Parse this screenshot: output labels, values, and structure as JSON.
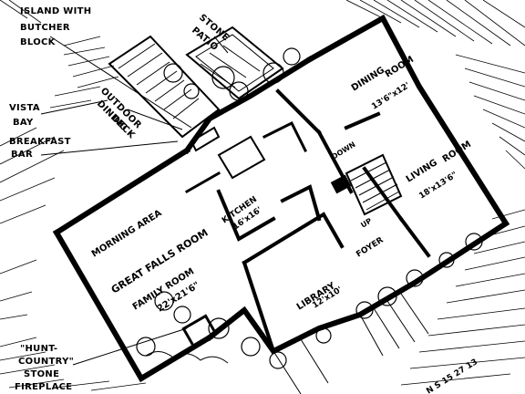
{
  "callouts": {
    "island_line1": "ISLAND WITH",
    "island_line2": "BUTCHER",
    "island_line3": "BLOCK",
    "stone_patio_line1": "STONE",
    "stone_patio_line2": "PATIO",
    "outdoor_dining_line1": "OUTDOOR",
    "outdoor_dining_line2": "DINING",
    "outdoor_dining_line3": "DECK",
    "vista_bay_line1": "VISTA",
    "vista_bay_line2": "BAY",
    "breakfast_bar_line1": "BREAKFAST",
    "breakfast_bar_line2": "BAR",
    "fireplace_line1": "\"HUNT-",
    "fireplace_line2": "COUNTRY\"",
    "fireplace_line3": "STONE",
    "fireplace_line4": "FIREPLACE"
  },
  "rooms": {
    "dining_name": "DINING",
    "dining_name2": "ROOM",
    "dining_size": "13'6\"x12'",
    "living_name": "LIVING",
    "living_name2": "ROOM",
    "living_size": "18'x13'6\"",
    "kitchen_name": "KITCHEN",
    "kitchen_size": "16'x16'",
    "morning_area": "MORNING AREA",
    "great_room": "GREAT FALLS ROOM",
    "family_room": "FAMILY ROOM",
    "family_size": "22'x21'6\"",
    "library_name": "LIBRARY",
    "library_size": "12'x10'",
    "foyer": "FOYER",
    "down": "DOWN",
    "up": "UP",
    "corner_text": "N S 15 27 13"
  }
}
